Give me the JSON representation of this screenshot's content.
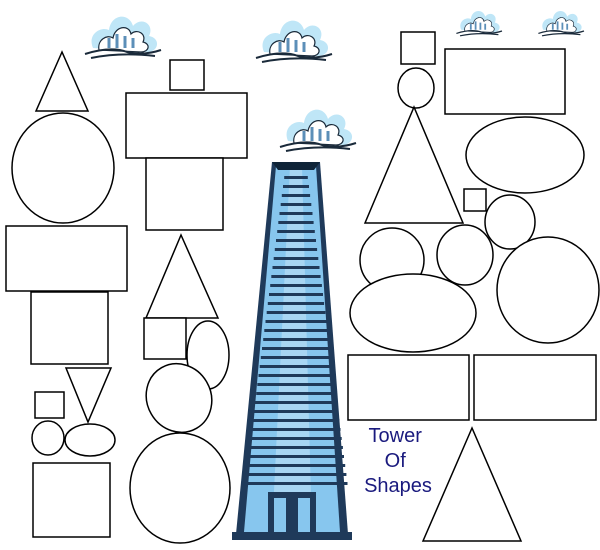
{
  "caption": {
    "line1": "Tower",
    "line2": "Of",
    "line3": "Shapes"
  },
  "colors": {
    "outline": "#000000",
    "fill": "#ffffff",
    "tower_light": "#87c6ee",
    "tower_dark": "#1f3a5a",
    "tower_mid": "#6a8aa3",
    "cloud": "#9fd6f0",
    "cloud_dark": "#1a2a3a",
    "caption_text": "#1a1a7e"
  }
}
